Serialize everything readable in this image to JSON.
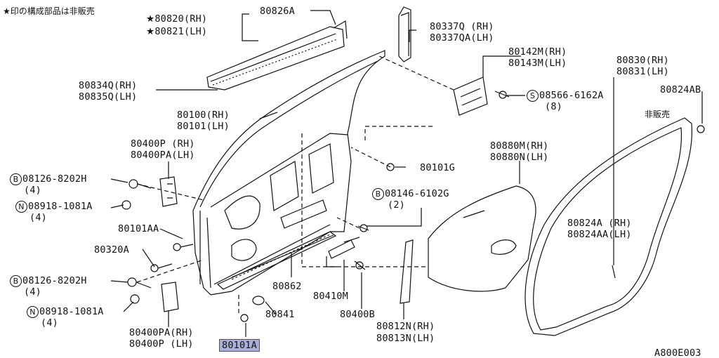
{
  "notes": {
    "top_left": "★印の構成部品は非販売"
  },
  "icons": {
    "star": "★",
    "s_circle": "S",
    "b_circle": "B",
    "n_circle": "N"
  },
  "labels": {
    "p80820": "80820(RH)",
    "p80821": "80821(LH)",
    "p80826a": "80826A",
    "p80337q": "80337Q (RH)",
    "p80337qa": "80337QA(LH)",
    "p80142m": "80142M(RH)",
    "p80143m": "80143M(LH)",
    "p80830": "80830(RH)",
    "p80831": "80831(LH)",
    "p80834q": "80834Q(RH)",
    "p80835q": "80835Q(LH)",
    "p08566": "08566-6162A",
    "q08566": "(8)",
    "p80824ab": "80824AB",
    "not_sold": "非販売",
    "p80100": "80100(RH)",
    "p80101": "80101(LH)",
    "p80400p_rh": "80400P (RH)",
    "p80400pa_lh": "80400PA(LH)",
    "p80880m": "80880M(RH)",
    "p80880n": "80880N(LH)",
    "p80101g": "80101G",
    "p08126": "08126-8202H",
    "p08146": "08146-6102G",
    "p08918": "08918-1081A",
    "q4": "(4)",
    "q2": "(2)",
    "p80824a": "80824A (RH)",
    "p80824aa": "80824AA(LH)",
    "p80101aa": "80101AA",
    "p80320a": "80320A",
    "p80862": "80862",
    "p80410m": "80410M",
    "p80841": "80841",
    "p80400b": "80400B",
    "p80812n": "80812N(RH)",
    "p80813n": "80813N(LH)",
    "p80400pa_rh": "80400PA(RH)",
    "p80400p_lh": "80400P (LH)",
    "p80101a": "80101A",
    "diagram_code": "A800E003"
  },
  "colors": {
    "highlight": "#a9afd6",
    "line": "#111111",
    "background": "#ffffff"
  }
}
